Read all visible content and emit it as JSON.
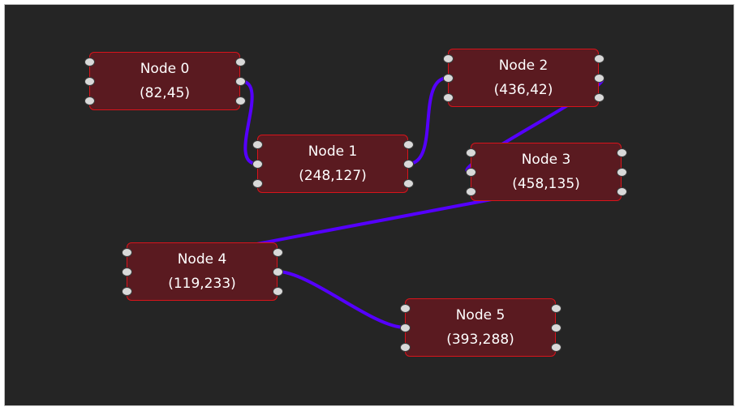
{
  "colors": {
    "canvas_bg": "#252525",
    "node_fill": "#5a1a20",
    "node_border": "#d8141b",
    "wire": "#5500ff",
    "port_fill": "#d9d9d9"
  },
  "nodes": [
    {
      "id": "0",
      "title": "Node 0",
      "coords": "(82,45)"
    },
    {
      "id": "1",
      "title": "Node 1",
      "coords": "(248,127)"
    },
    {
      "id": "2",
      "title": "Node 2",
      "coords": "(436,42)"
    },
    {
      "id": "3",
      "title": "Node 3",
      "coords": "(458,135)"
    },
    {
      "id": "4",
      "title": "Node 4",
      "coords": "(119,233)"
    },
    {
      "id": "5",
      "title": "Node 5",
      "coords": "(393,288)"
    }
  ],
  "connections": [
    {
      "from": "0",
      "to": "1"
    },
    {
      "from": "1",
      "to": "2"
    },
    {
      "from": "2",
      "to": "3"
    },
    {
      "from": "3",
      "to": "4"
    },
    {
      "from": "4",
      "to": "5"
    }
  ]
}
